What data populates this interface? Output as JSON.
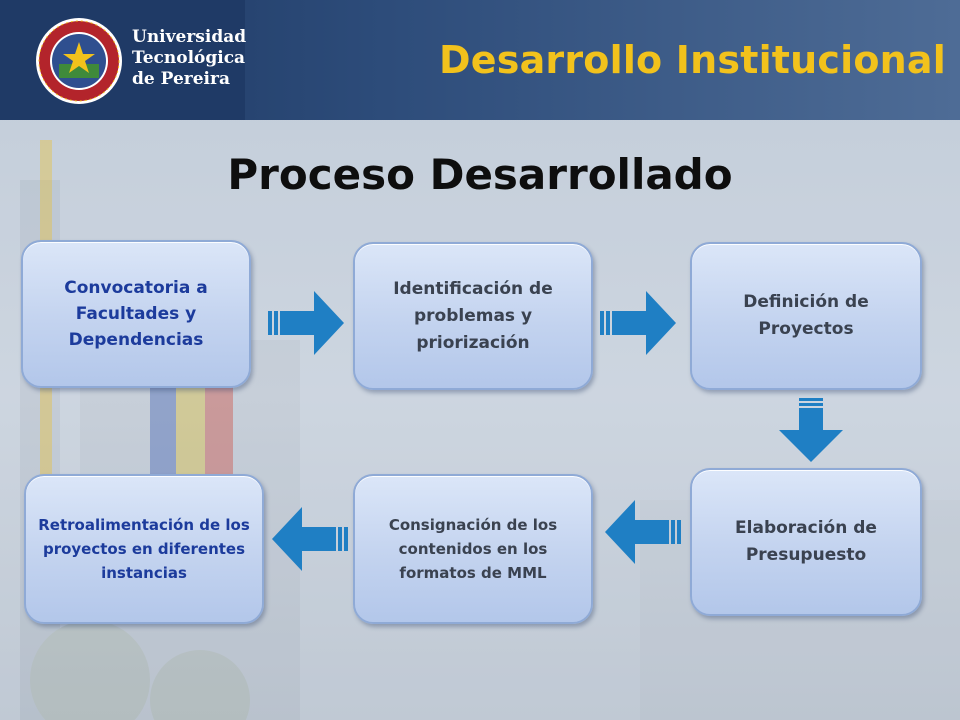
{
  "header": {
    "university": {
      "line1": "Universidad",
      "line2": "Tecnológica",
      "line3": "de Pereira"
    },
    "title": "Desarrollo Institucional"
  },
  "page_title": "Proceso Desarrollado",
  "steps": [
    {
      "label": "Convocatoria a Facultades y Dependencias"
    },
    {
      "label": "Identificación de problemas y priorización"
    },
    {
      "label": "Definición de Proyectos"
    },
    {
      "label": "Elaboración de Presupuesto"
    },
    {
      "label": "Consignación de los contenidos en los formatos de MML"
    },
    {
      "label": "Retroalimentación de los proyectos en diferentes instancias"
    }
  ],
  "colors": {
    "header_bg": "#1f3a66",
    "title_gold": "#f2c21c",
    "arrow_blue": "#1f7fc4",
    "box_fill": "#c3d3ef",
    "first_step_text": "#1c3b9c"
  }
}
